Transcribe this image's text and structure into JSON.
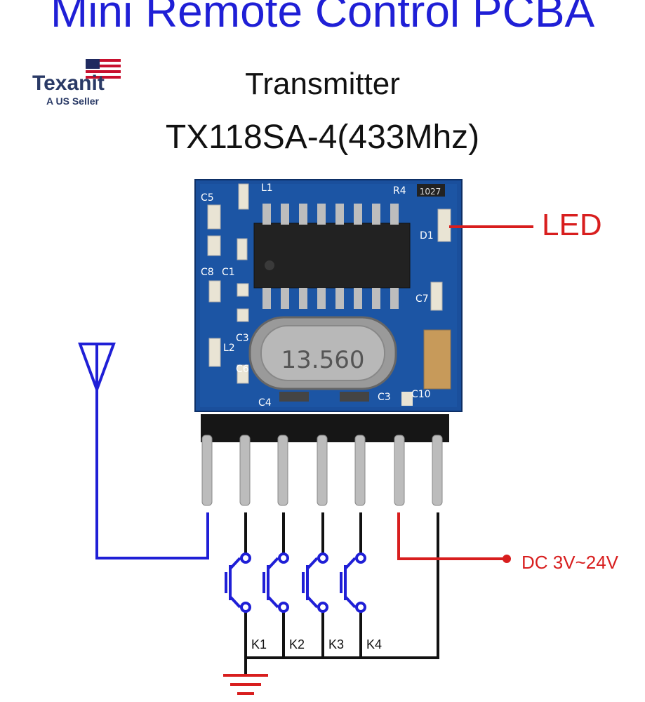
{
  "title": "Mini Remote Control PCBA",
  "brand": {
    "name": "Texanit",
    "tagline": "A US Seller",
    "icon": "us-flag-icon"
  },
  "subtitle": "Transmitter",
  "model": "TX118SA-4(433Mhz)",
  "labels": {
    "led": "LED",
    "power": "DC 3V~24V"
  },
  "keys": [
    "K1",
    "K2",
    "K3",
    "K4"
  ],
  "pcb": {
    "crystal": "13.560",
    "resistor_marking": "1027",
    "components": [
      "C5",
      "L1",
      "R4",
      "D1",
      "C8",
      "C1",
      "C7",
      "L2",
      "C3",
      "C6",
      "C4",
      "C3",
      "C10"
    ]
  },
  "colors": {
    "title": "#1f1fd6",
    "antenna_wire": "#1f1fd6",
    "power_wire": "#d81e1e",
    "ground": "#d81e1e",
    "pcb": "#1a4f9c"
  }
}
